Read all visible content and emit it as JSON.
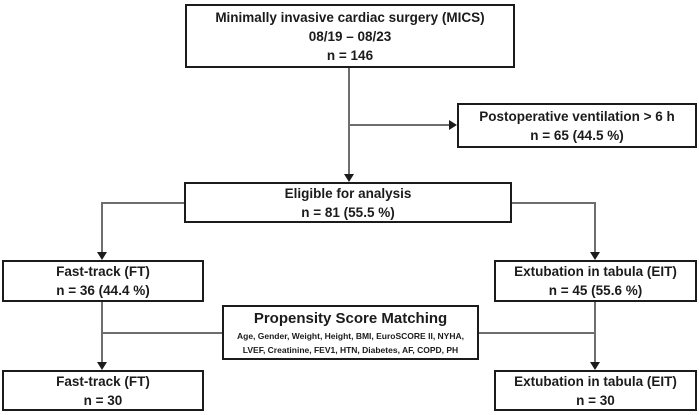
{
  "diagram": {
    "type": "flowchart",
    "background": "#ffffff",
    "colors": {
      "box_border": "#1b1b1b",
      "box_fill": "#ffffff",
      "text": "#1b1b1b",
      "connector": "#6e6e6e",
      "arrowhead": "#1b1b1b"
    },
    "nodes": {
      "mics": {
        "title": "Minimally invasive cardiac surgery (MICS)",
        "period": "08/19 – 08/23",
        "count": "n = 146"
      },
      "postop_vent": {
        "title": "Postoperative ventilation > 6 h",
        "count": "n = 65 (44.5 %)"
      },
      "eligible": {
        "title": "Eligible for analysis",
        "count": "n = 81 (55.5 %)"
      },
      "fast_track": {
        "title": "Fast-track (FT)",
        "count": "n = 36 (44.4 %)"
      },
      "extubation": {
        "title": "Extubation in tabula (EIT)",
        "count": "n = 45 (55.6 %)"
      },
      "psm": {
        "title": "Propensity Score Matching",
        "covariates_line1": "Age, Gender, Weight, Height, BMI, EuroSCORE II, NYHA,",
        "covariates_line2": "LVEF, Creatinine, FEV1, HTN, Diabetes, AF, COPD, PH"
      },
      "fast_track_matched": {
        "title": "Fast-track (FT)",
        "count": "n = 30"
      },
      "extubation_matched": {
        "title": "Extubation in tabula (EIT)",
        "count": "n = 30"
      }
    }
  }
}
